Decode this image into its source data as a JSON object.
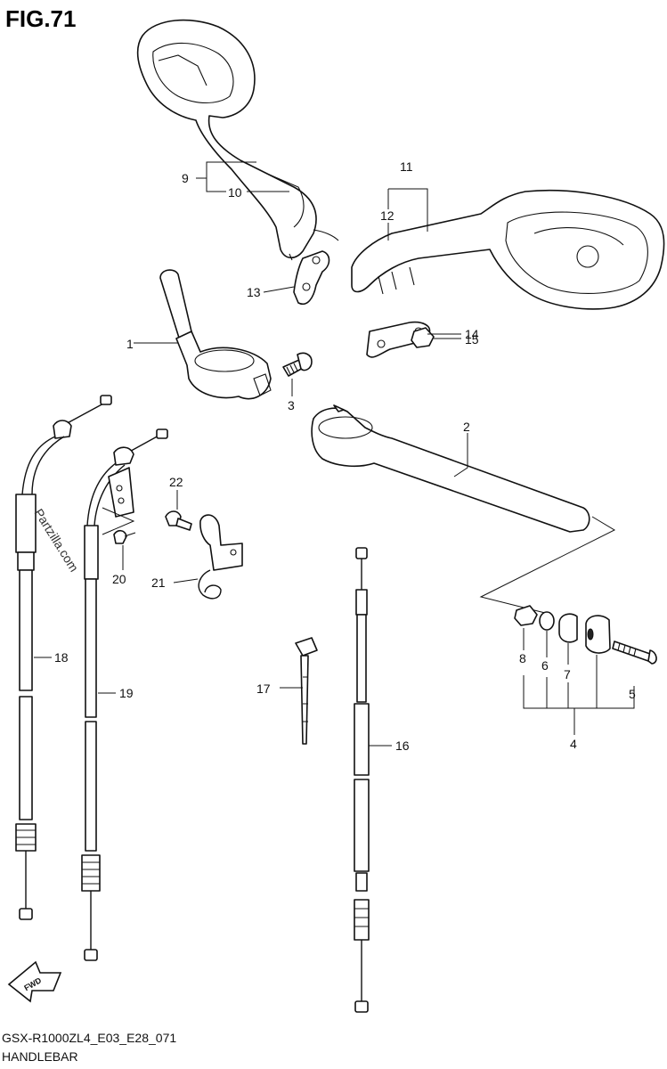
{
  "figure": {
    "title": "FIG.71"
  },
  "footer": {
    "model_code": "GSX-R1000ZL4_E03_E28_071",
    "section_name": "HANDLEBAR"
  },
  "watermark": {
    "text": "Partzilla.com"
  },
  "fwd_badge": {
    "text": "FWD"
  },
  "callouts": [
    {
      "id": "1",
      "label": "1"
    },
    {
      "id": "2",
      "label": "2"
    },
    {
      "id": "3",
      "label": "3"
    },
    {
      "id": "4",
      "label": "4"
    },
    {
      "id": "5",
      "label": "5"
    },
    {
      "id": "6",
      "label": "6"
    },
    {
      "id": "7",
      "label": "7"
    },
    {
      "id": "8",
      "label": "8"
    },
    {
      "id": "9",
      "label": "9"
    },
    {
      "id": "10",
      "label": "10"
    },
    {
      "id": "11",
      "label": "11"
    },
    {
      "id": "12",
      "label": "12"
    },
    {
      "id": "13",
      "label": "13"
    },
    {
      "id": "14",
      "label": "14"
    },
    {
      "id": "15",
      "label": "15"
    },
    {
      "id": "16",
      "label": "16"
    },
    {
      "id": "17",
      "label": "17"
    },
    {
      "id": "18",
      "label": "18"
    },
    {
      "id": "19",
      "label": "19"
    },
    {
      "id": "20",
      "label": "20"
    },
    {
      "id": "21",
      "label": "21"
    },
    {
      "id": "22",
      "label": "22"
    }
  ]
}
